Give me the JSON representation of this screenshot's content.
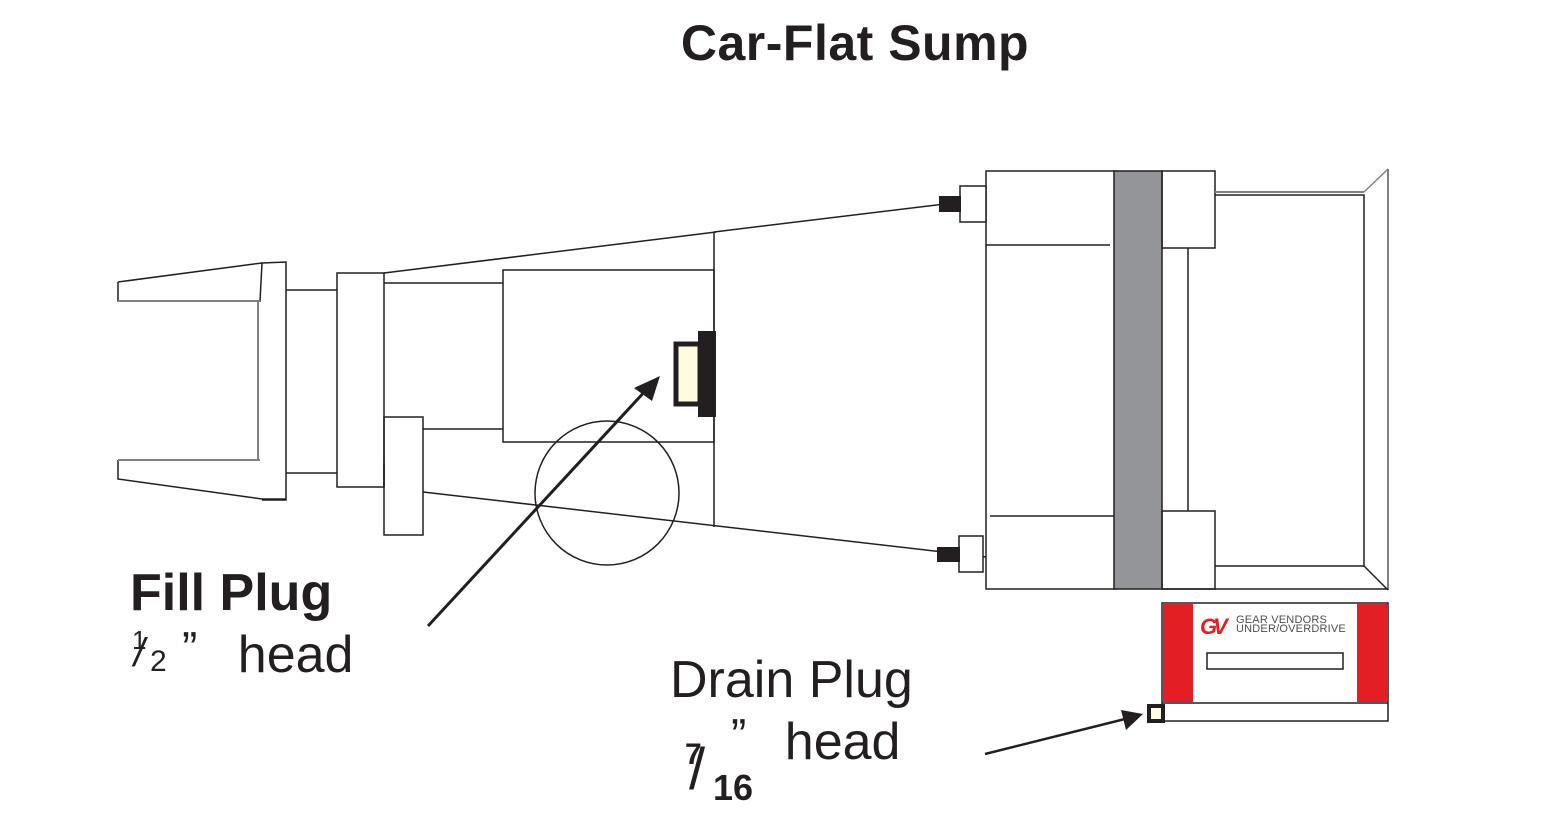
{
  "title": "Car-Flat Sump",
  "fill_plug": {
    "label": "Fill Plug",
    "size_numerator": "1",
    "size_denominator": "2",
    "inch_mark": "”",
    "suffix": "head"
  },
  "drain_plug": {
    "label": "Drain Plug",
    "size_numerator": "7",
    "size_denominator": "16",
    "inch_mark": "”",
    "suffix": "head"
  },
  "logo": {
    "mark": "GV",
    "line1": "GEAR VENDORS",
    "line2": "UNDER/OVERDRIVE"
  },
  "colors": {
    "line": "#231f20",
    "band_gray": "#939598",
    "logo_red": "#e31e24",
    "plug_fill": "#fffbe0"
  }
}
